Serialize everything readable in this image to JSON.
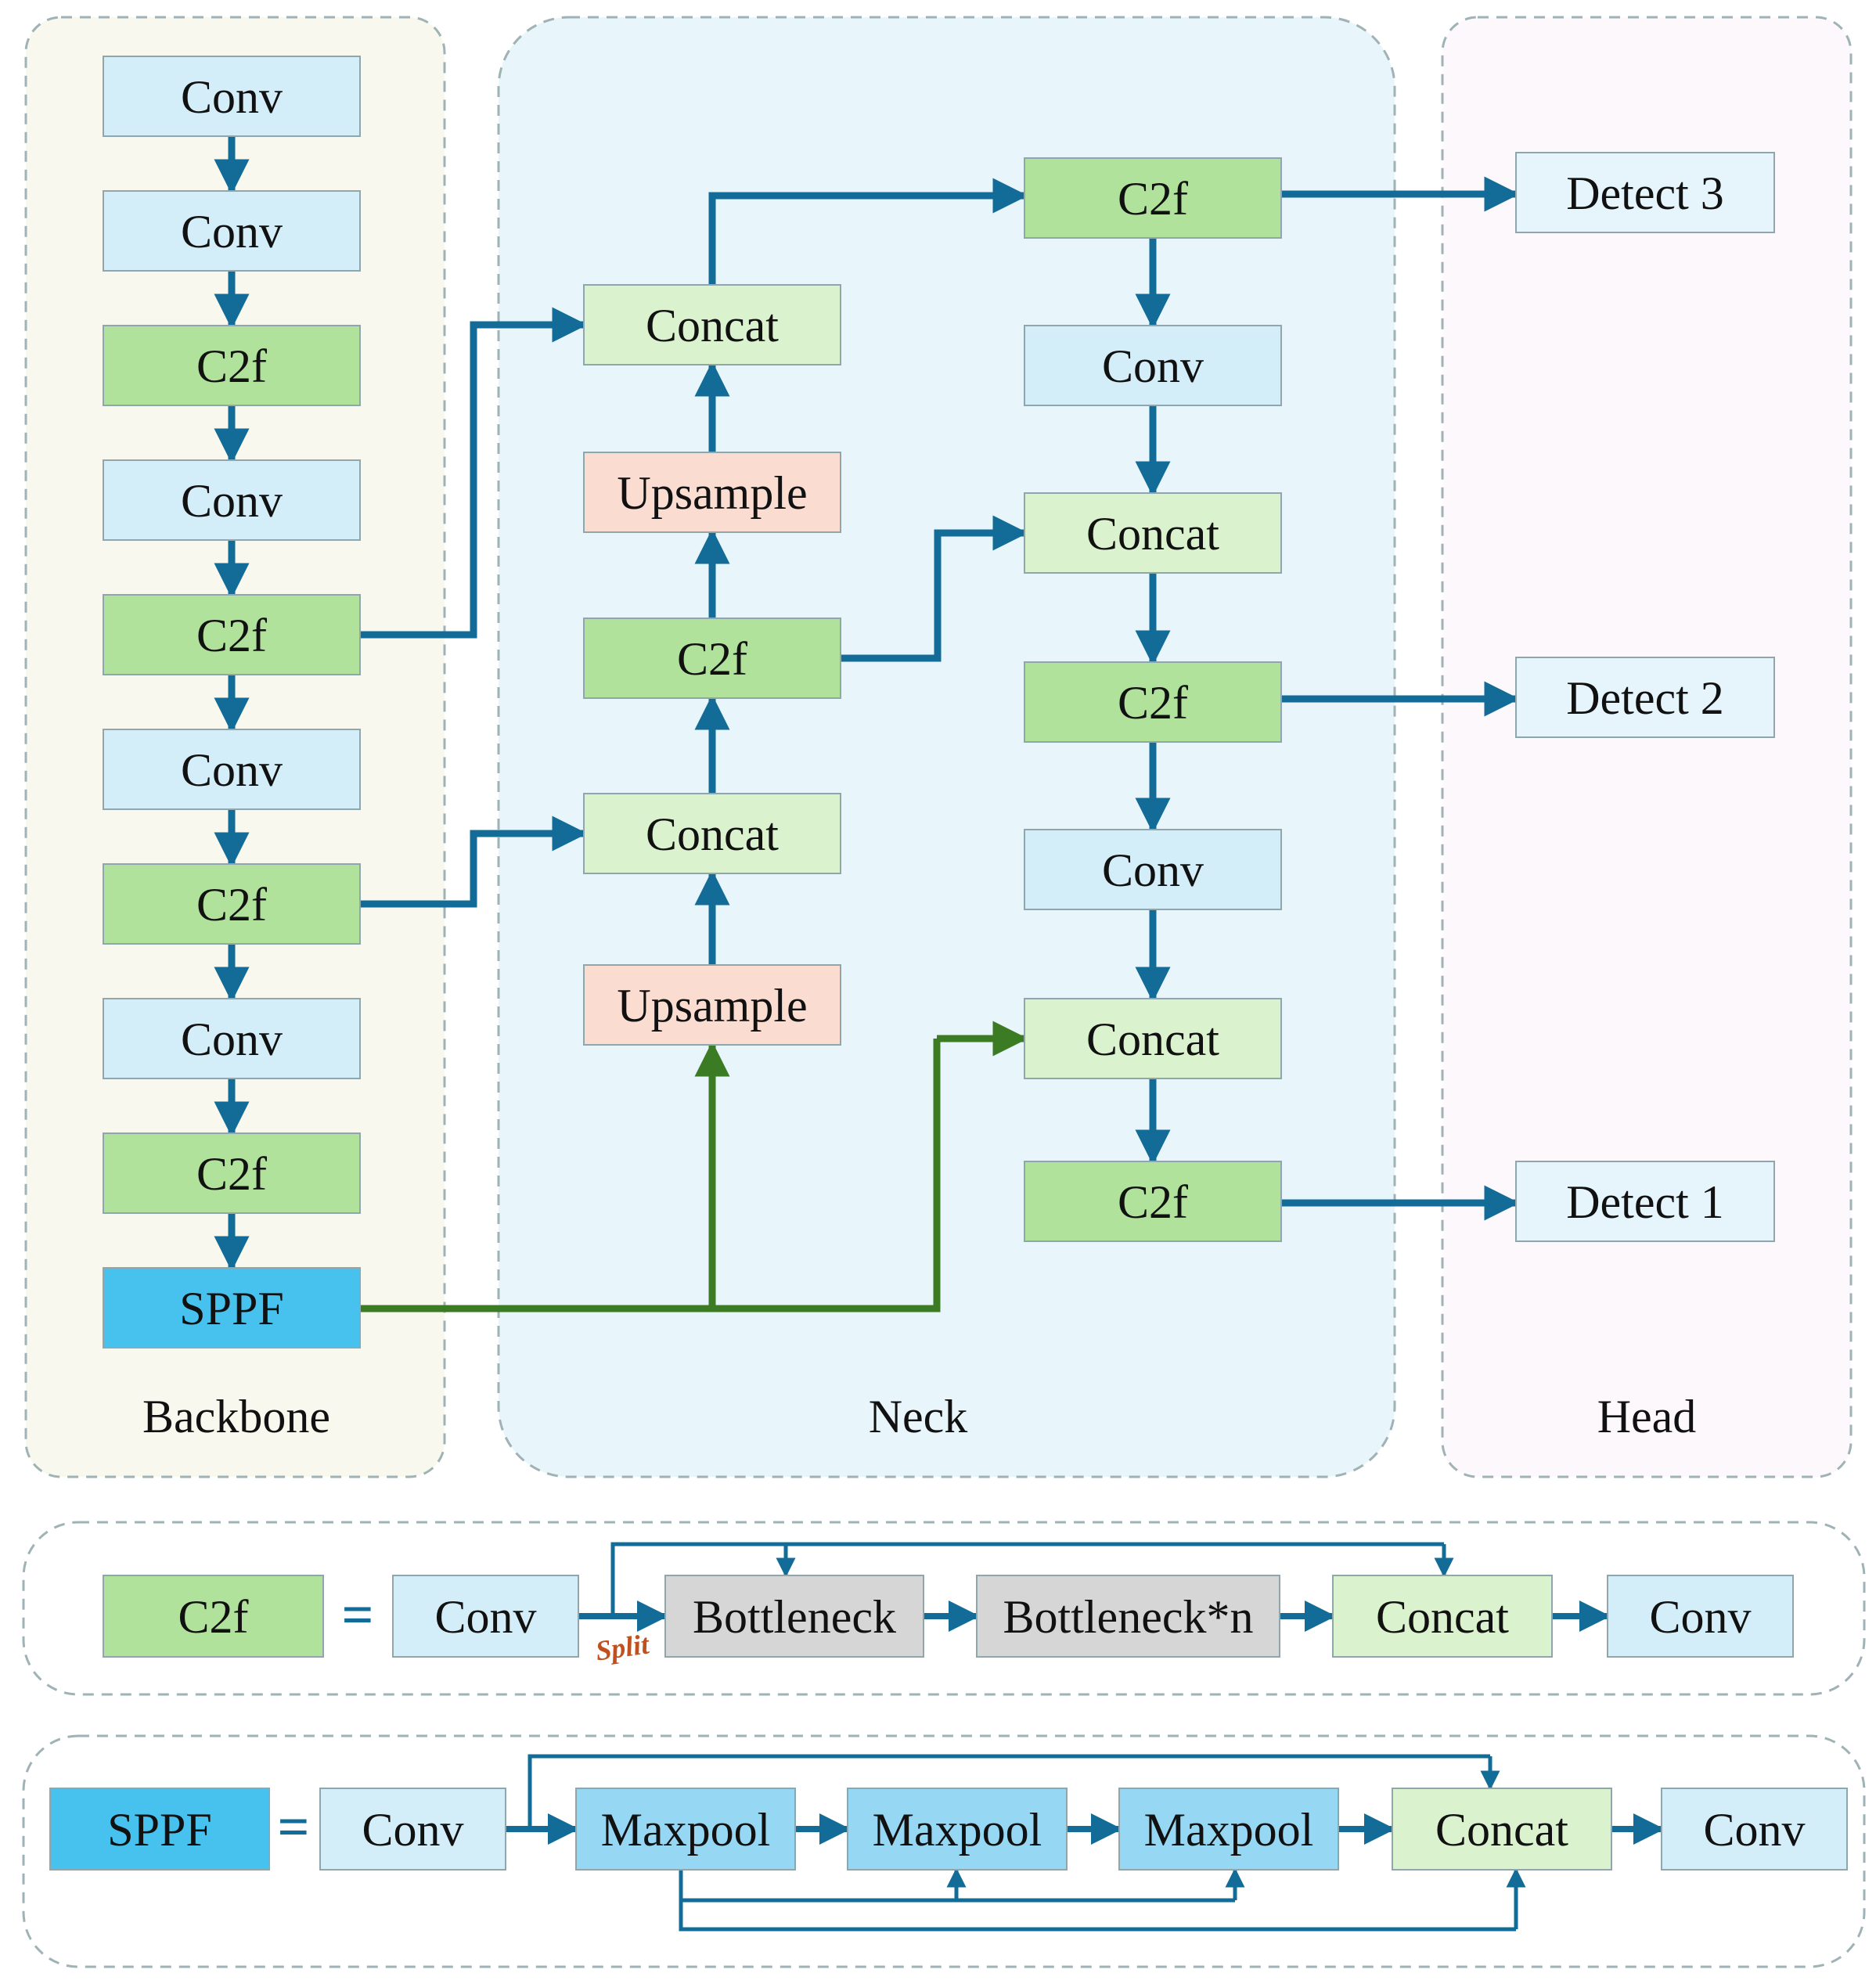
{
  "colors": {
    "conv": "#d4eef9",
    "c2f": "#b1e29c",
    "concat": "#daf2cd",
    "upsample": "#fadcd1",
    "detect": "#e5f5fb",
    "sppf": "#47c2ef",
    "bottleneck": "#d6d6d6",
    "maxpool": "#96d7f4",
    "arrow_blue": "#126c97",
    "arrow_green": "#3b7b24",
    "backbone_bg": "#f8f8ee",
    "neck_bg": "#e8f5fb",
    "head_bg": "#fcf8fb",
    "border_dash": "#9fb2b5"
  },
  "sections": {
    "backbone": "Backbone",
    "neck": "Neck",
    "head": "Head"
  },
  "backbone": [
    "Conv",
    "Conv",
    "C2f",
    "Conv",
    "C2f",
    "Conv",
    "C2f",
    "Conv",
    "C2f",
    "SPPF"
  ],
  "neck_left": [
    "Concat",
    "Upsample",
    "C2f",
    "Concat",
    "Upsample"
  ],
  "neck_right": [
    "C2f",
    "Conv",
    "Concat",
    "C2f",
    "Conv",
    "Concat",
    "C2f"
  ],
  "head": [
    "Detect 3",
    "Detect 2",
    "Detect 1"
  ],
  "c2f_detail": {
    "lhs": "C2f",
    "equals": "=",
    "split_label": "Split",
    "blocks": [
      "Conv",
      "Bottleneck",
      "Bottleneck*n",
      "Concat",
      "Conv"
    ]
  },
  "sppf_detail": {
    "lhs": "SPPF",
    "equals": "=",
    "blocks": [
      "Conv",
      "Maxpool",
      "Maxpool",
      "Maxpool",
      "Concat",
      "Conv"
    ]
  }
}
